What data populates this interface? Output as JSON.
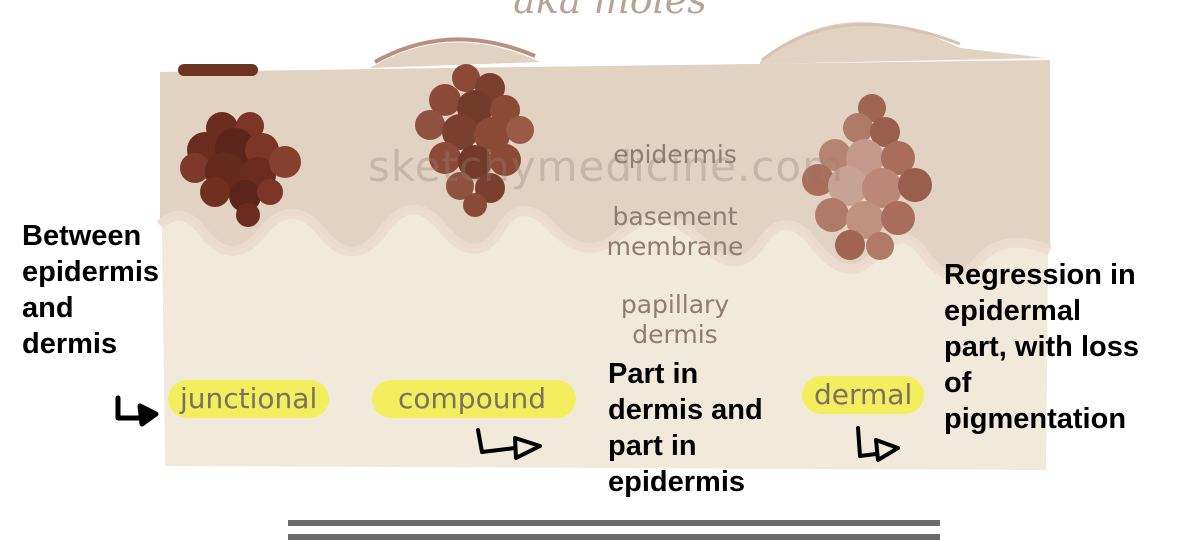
{
  "title": "aka moles",
  "watermark": "sketchymedicine.com",
  "layers": {
    "epidermis": "epidermis",
    "basement_1": "basement",
    "basement_2": "membrane",
    "papillary_1": "papillary",
    "papillary_2": "dermis"
  },
  "nevus_types": {
    "junctional": "junctional",
    "compound": "compound",
    "dermal": "dermal"
  },
  "notes": {
    "junctional": [
      "Between",
      "epidermis",
      "and",
      "dermis"
    ],
    "compound": [
      "Part in",
      "dermis and",
      "part in",
      "epidermis"
    ],
    "dermal": [
      "Regression in",
      "epidermal",
      "part, with loss",
      "of",
      "pigmentation"
    ]
  },
  "colors": {
    "highlight": "#f2ee5e",
    "skin_top": "#e2d2c2",
    "dermis": "#f1eadb",
    "mole_dark": "#6b2c1f",
    "mole_mid": "#8a4a36",
    "mole_light": "#b88472"
  }
}
